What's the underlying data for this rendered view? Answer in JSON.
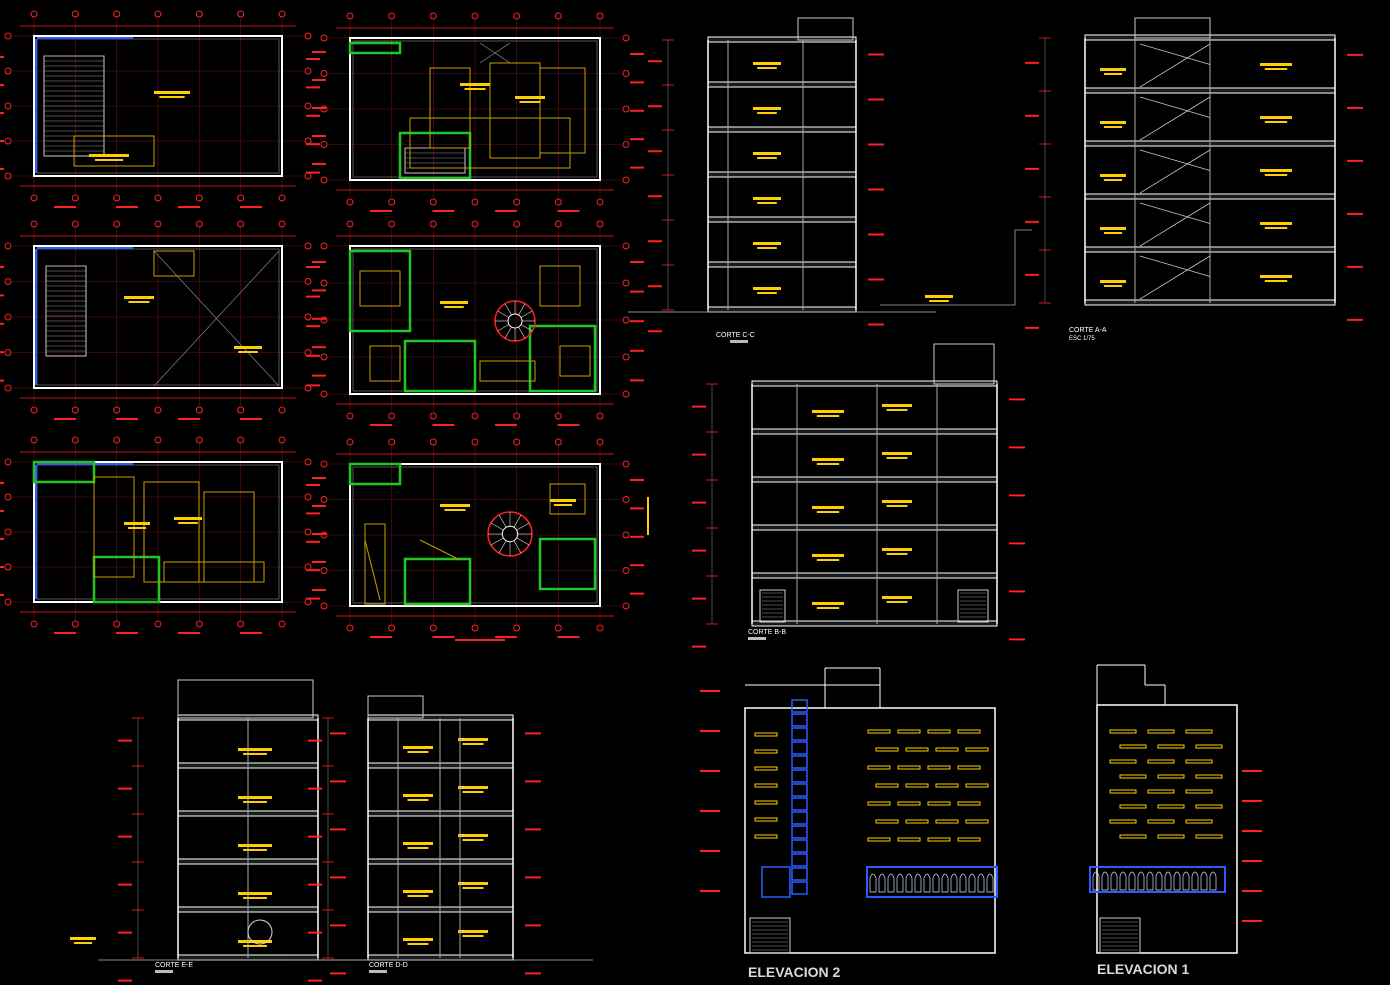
{
  "drawing_labels": {
    "corte_cc": "CORTE C-C",
    "corte_aa": "CORTE A-A",
    "corte_aa_scale": "ESC 1/75",
    "corte_bb": "CORTE B-B",
    "corte_ee": "CORTE E-E",
    "corte_dd": "CORTE D-D",
    "elevacion_2": "ELEVACION 2",
    "elevacion_1": "ELEVACION 1"
  },
  "colors": {
    "background": "#000000",
    "wall": "#ffffff",
    "dimension": "#ff2020",
    "text_tag": "#ffd000",
    "partition": "#22c522",
    "glass": "#2a5cff",
    "furniture": "#c8a000"
  }
}
